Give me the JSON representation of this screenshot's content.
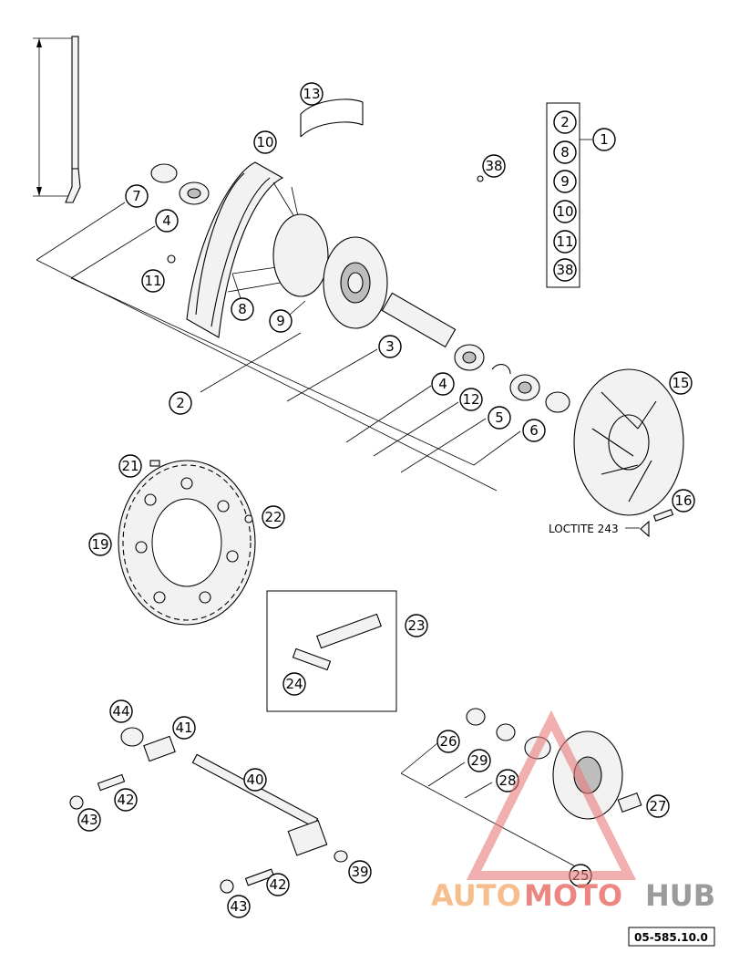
{
  "document_reference": "05-585.10.0",
  "loctite_note": "LOCTITE 243",
  "kit_contents": [
    "2",
    "8",
    "9",
    "10",
    "11",
    "38"
  ],
  "kit_label": "1",
  "watermark": {
    "auto": "AUTO",
    "moto": "MOTO",
    "hub": "HUB"
  },
  "labels": {
    "p1": "1",
    "p2": "2",
    "p3": "3",
    "p4a": "4",
    "p4b": "4",
    "p5": "5",
    "p6": "6",
    "p7": "7",
    "p8": "8",
    "p9": "9",
    "p10": "10",
    "p11": "11",
    "p12": "12",
    "p13": "13",
    "p15": "15",
    "p16": "16",
    "p19": "19",
    "p21": "21",
    "p22": "22",
    "p23": "23",
    "p24": "24",
    "p25": "25",
    "p26": "26",
    "p27": "27",
    "p28": "28",
    "p29": "29",
    "p38": "38",
    "p39": "39",
    "p40": "40",
    "p41": "41",
    "p42a": "42",
    "p42b": "42",
    "p43a": "43",
    "p43b": "43",
    "p44": "44"
  }
}
